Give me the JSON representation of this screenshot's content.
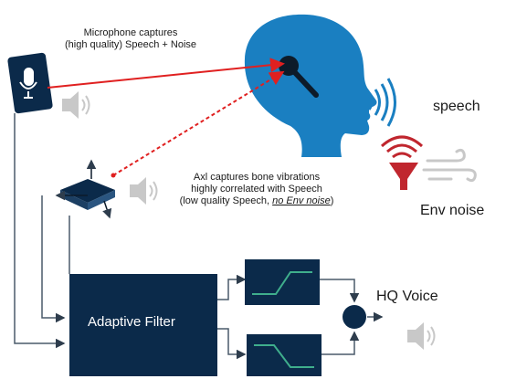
{
  "microphone_caption": {
    "line1": "Microphone captures",
    "line2": "(high quality) Speech + Noise"
  },
  "axl_caption": {
    "line1": "Axl captures bone vibrations",
    "line2": "highly correlated with Speech",
    "line3_prefix": "(low quality Speech, ",
    "line3_emphasis": "no Env noise",
    "line3_suffix": ")"
  },
  "labels": {
    "speech": "speech",
    "env_noise": "Env noise",
    "adaptive_filter": "Adaptive Filter",
    "hq_voice": "HQ Voice"
  },
  "colors": {
    "head": "#1a7fc1",
    "block": "#0b2a4a",
    "red_link": "#e02020",
    "filter_curve": "#3fae8c",
    "noise_red": "#c0262e",
    "line": "#4a5a6a"
  },
  "icons": [
    "microphone-icon",
    "speaker-icon",
    "accelerometer-icon",
    "speech-waves-icon",
    "noise-icon",
    "wind-icon",
    "summing-node-icon"
  ]
}
